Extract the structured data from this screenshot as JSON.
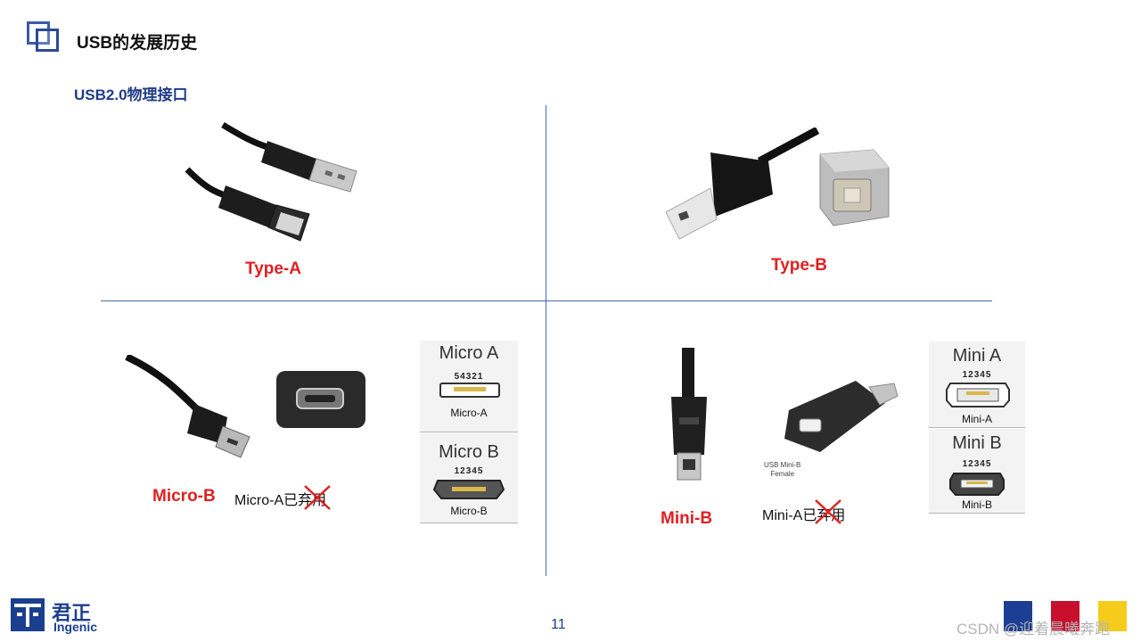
{
  "header": {
    "title": "USB的发展历史",
    "subtitle": "USB2.0物理接口"
  },
  "quadrants": {
    "type_a": {
      "label": "Type-A"
    },
    "type_b": {
      "label": "Type-B"
    },
    "micro": {
      "label": "Micro-B",
      "note": "Micro-A已弃用",
      "panels": [
        {
          "title": "Micro A",
          "pins": "54321",
          "sub": "Micro-A"
        },
        {
          "title": "Micro B",
          "pins": "12345",
          "sub": "Micro-B"
        }
      ]
    },
    "mini": {
      "label": "Mini-B",
      "note": "Mini-A已弃用",
      "female_caption": "USB Mini-B\nFemale",
      "panels": [
        {
          "title": "Mini A",
          "pins": "12345",
          "sub": "Mini-A"
        },
        {
          "title": "Mini B",
          "pins": "12345",
          "sub": "Mini-B"
        }
      ]
    }
  },
  "footer": {
    "brand_cn": "君正",
    "brand_en": "Ingenic",
    "page_number": "11",
    "watermark": "CSDN @迎着晨曦奔跑"
  },
  "colors": {
    "title_blue": "#1f3c88",
    "label_red": "#e02020",
    "corner_blue": "#1c3f94",
    "corner_red": "#c8102e",
    "corner_yellow": "#f5cc1b"
  }
}
